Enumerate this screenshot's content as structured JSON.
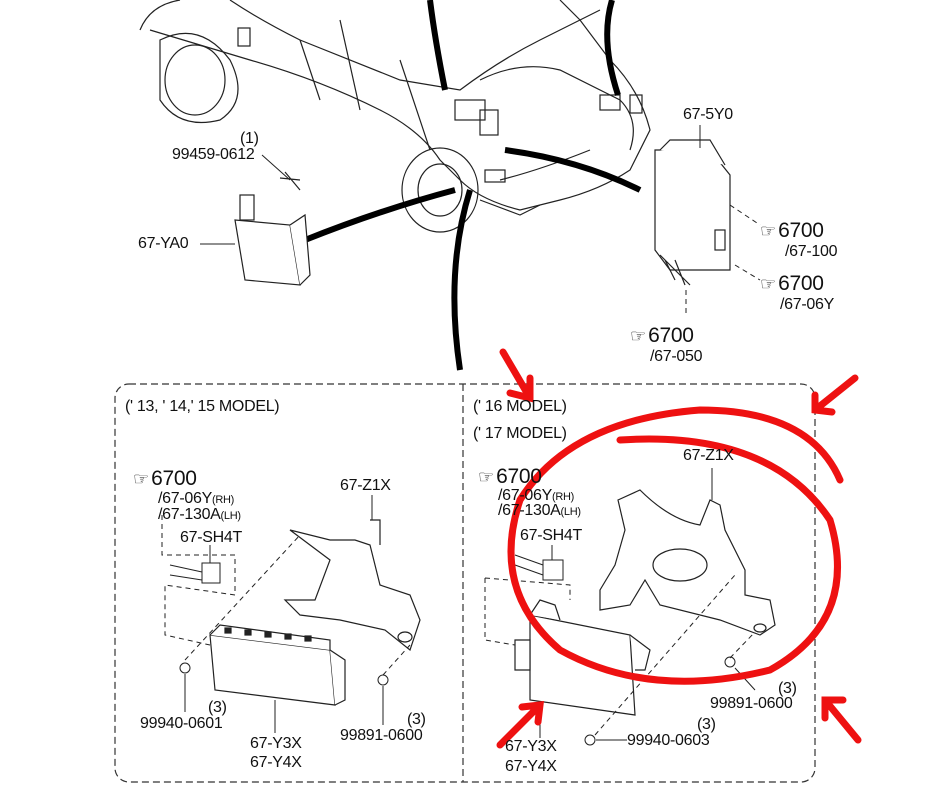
{
  "upper": {
    "bolt_qty": "(1)",
    "bolt_part": "99459-0612",
    "relay_part": "67-YA0",
    "module_part": "67-5Y0",
    "refs": [
      {
        "icon": "pointing-hand-icon",
        "number": "6700",
        "sub": "/67-100"
      },
      {
        "icon": "pointing-hand-icon",
        "number": "6700",
        "sub": "/67-06Y"
      },
      {
        "icon": "pointing-hand-icon",
        "number": "6700",
        "sub": "/67-050"
      }
    ]
  },
  "left_panel": {
    "title": "(' 13, ' 14,' 15 MODEL)",
    "ref_number": "6700",
    "ref_rh": "/67-06Y",
    "ref_rh_tag": "(RH)",
    "ref_lh": "/67-130A",
    "ref_lh_tag": "(LH)",
    "connector": "67-SH4T",
    "bracket": "67-Z1X",
    "nut_left_qty": "(3)",
    "nut_left": "99940-0601",
    "unit_a": "67-Y3X",
    "unit_b": "67-Y4X",
    "nut_right_qty": "(3)",
    "nut_right": "99891-0600"
  },
  "right_panel": {
    "title_1": "(' 16 MODEL)",
    "title_2": "(' 17 MODEL)",
    "ref_number": "6700",
    "ref_rh": "/67-06Y",
    "ref_rh_tag": "(RH)",
    "ref_lh": "/67-130A",
    "ref_lh_tag": "(LH)",
    "connector": "67-SH4T",
    "bracket": "67-Z1X",
    "nut_right_qty": "(3)",
    "nut_right": "99891-0600",
    "nut_bottom_qty": "(3)",
    "nut_bottom": "99940-0603",
    "unit_a": "67-Y3X",
    "unit_b": "67-Y4X"
  },
  "annotation_color": "#ee1111"
}
